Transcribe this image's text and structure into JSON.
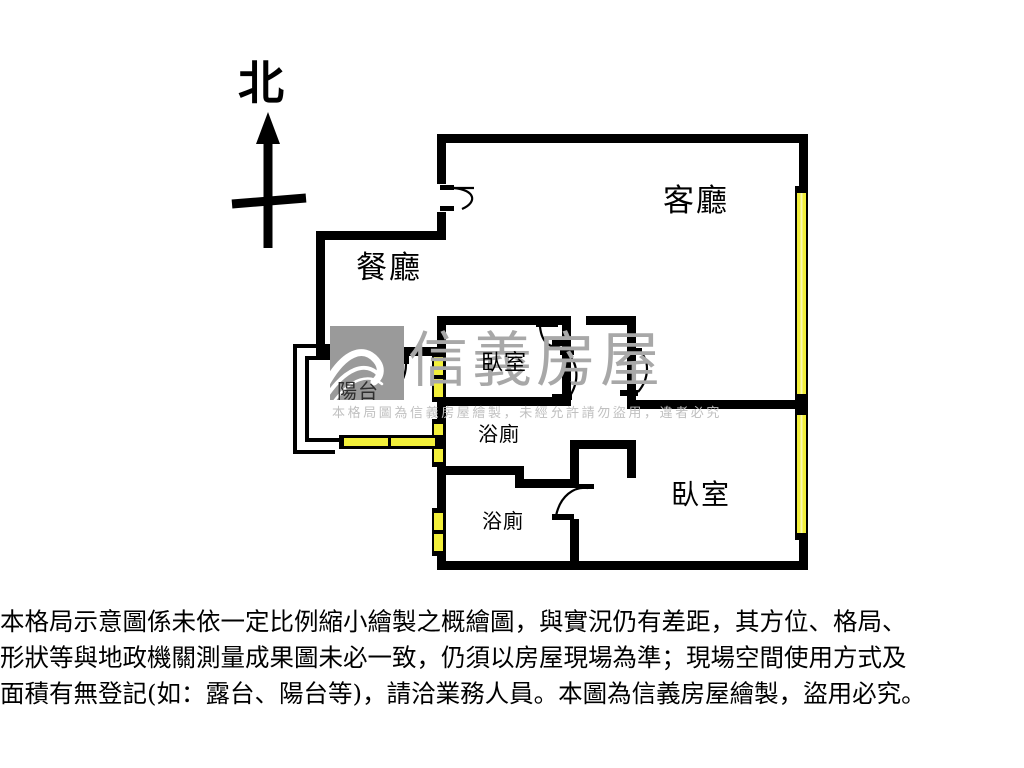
{
  "compass": {
    "north_label": "北",
    "icon": "north-arrow-icon"
  },
  "rooms": [
    {
      "key": "living_room",
      "label": "客廳",
      "name": "room-label-living-room"
    },
    {
      "key": "dining_room",
      "label": "餐廳",
      "name": "room-label-dining-room"
    },
    {
      "key": "bedroom_1",
      "label": "臥室",
      "name": "room-label-bedroom-1"
    },
    {
      "key": "bedroom_2",
      "label": "臥室",
      "name": "room-label-bedroom-2"
    },
    {
      "key": "bathroom_1",
      "label": "浴廁",
      "name": "room-label-bathroom-1"
    },
    {
      "key": "bathroom_2",
      "label": "浴廁",
      "name": "room-label-bathroom-2"
    },
    {
      "key": "balcony",
      "label": "陽台",
      "name": "room-label-balcony"
    }
  ],
  "labels": {
    "living_room": "客廳",
    "dining_room": "餐廳",
    "bedroom_1": "臥室",
    "bedroom_2": "臥室",
    "bathroom_1": "浴廁",
    "bathroom_2": "浴廁",
    "balcony": "陽台"
  },
  "watermark": {
    "brand": "信義房屋",
    "notice": "本格局圖為信義房屋繪製，未經允許請勿盜用，違者必究",
    "logo_icon": "sinyi-logo-icon"
  },
  "disclaimer": {
    "line1": "本格局示意圖係未依一定比例縮小繪製之概繪圖，與實況仍有差距，其方位、格局、",
    "line2": "形狀等與地政機關測量成果圖未必一致，仍須以房屋現場為準；現場空間使用方式及",
    "line3": "面積有無登記(如：露台、陽台等)，請洽業務人員。本圖為信義房屋繪製，盜用必究。"
  },
  "colors": {
    "wall": "#000000",
    "window_fill": "#f2ef3a",
    "window_highlight": "#fbf9b0",
    "background": "#ffffff",
    "watermark_gray": "#a8a8a8",
    "logo_gray": "#9a9a9a"
  },
  "features": {
    "windows_count": 7,
    "doors_count": 6,
    "north_direction": "up"
  }
}
